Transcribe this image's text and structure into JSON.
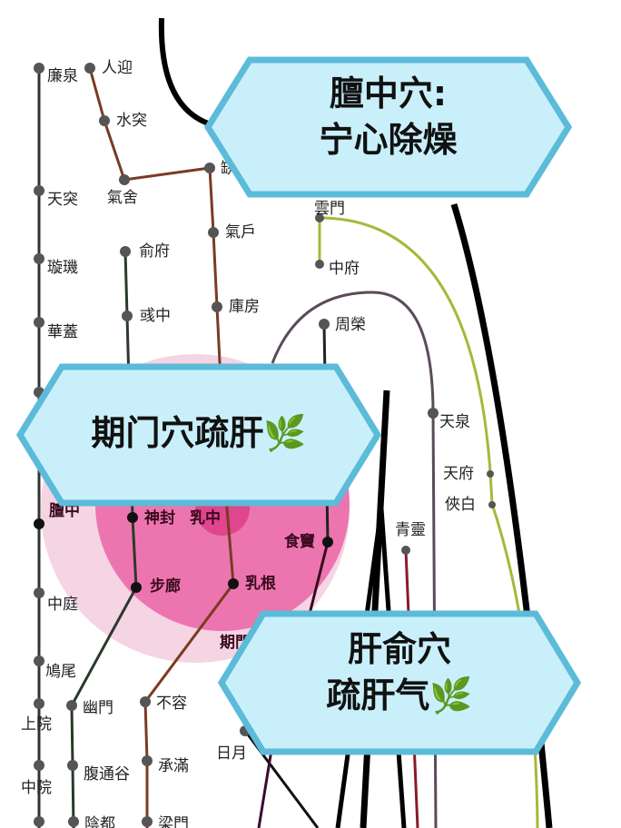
{
  "points": {
    "lianquan": "廉泉",
    "renying": "人迎",
    "shuitu": "水突",
    "qishe": "氣舍",
    "quepen": "缺",
    "tiantu": "天突",
    "qihu": "氣戶",
    "shufu": "俞府",
    "xuanji": "璇璣",
    "yuzhong": "彧中",
    "kufang": "庫房",
    "huagai": "華蓋",
    "yunmen": "雲門",
    "zhongfu": "中府",
    "zhourong": "周榮",
    "tianquan": "天泉",
    "tianfu": "天府",
    "xiabai": "俠白",
    "qingling": "青靈",
    "shidou": "食竇",
    "danzhong": "膻中",
    "shenfeng": "神封",
    "ruzhong": "乳中",
    "bulang": "步廊",
    "rugen": "乳根",
    "zhongting": "中庭",
    "qimen": "期門",
    "jiuwei": "鳩尾",
    "shangwan": "上院",
    "youmen": "幽門",
    "burong": "不容",
    "riyue": "日月",
    "futonggu": "腹通谷",
    "chengman": "承滿",
    "zhongwan": "中院",
    "yindu": "陰都",
    "liangmen": "梁門"
  },
  "banners": {
    "top": {
      "line1": "膻中穴:",
      "line2": "宁心除燥"
    },
    "middle": {
      "line1": "期门穴疏肝🌿"
    },
    "bottom": {
      "line1": "肝俞穴",
      "line2": "疏肝气🌿"
    }
  },
  "colors": {
    "banner_fill": "#c9f0fa",
    "banner_border": "#5bbbd9",
    "pink": "#ec6aa8",
    "pink_pale": "#f3c9dc",
    "stomach": "#7a3b22",
    "lung": "#a7b83a",
    "pericardium": "#5a4b5a"
  }
}
